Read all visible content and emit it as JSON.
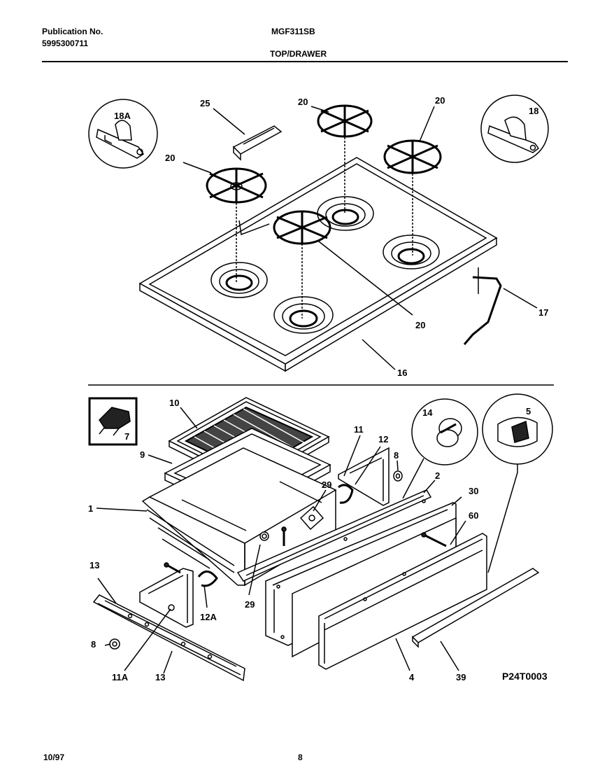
{
  "header": {
    "publication_label": "Publication No.",
    "publication_number": "5995300711",
    "model": "MGF311SB",
    "section": "TOP/DRAWER"
  },
  "footer": {
    "date": "10/97",
    "page": "8"
  },
  "diagram": {
    "code": "P24T0003",
    "callouts": {
      "c18a": "18A",
      "c25": "25",
      "c20a": "20",
      "c20b": "20",
      "c20c": "20",
      "c20d": "20",
      "c18": "18",
      "c17": "17",
      "c16": "16",
      "c10": "10",
      "c7": "7",
      "c9": "9",
      "c1": "1",
      "c11": "11",
      "c12": "12",
      "c8a": "8",
      "c14": "14",
      "c5": "5",
      "c29a": "29",
      "c2": "2",
      "c30": "30",
      "c60": "60",
      "c29b": "29",
      "c13a": "13",
      "c12a": "12A",
      "c8b": "8",
      "c11a": "11A",
      "c13b": "13",
      "c4": "4",
      "c39": "39"
    }
  }
}
